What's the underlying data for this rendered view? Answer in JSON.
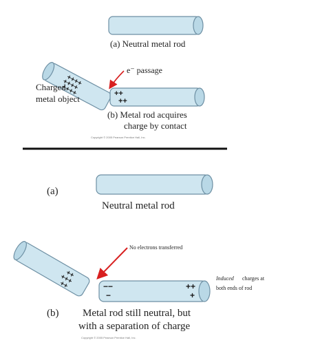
{
  "colors": {
    "rod_fill": "#cfe6f0",
    "rod_stroke": "#6d8fa3",
    "charge": "#1a1a1a",
    "arrow": "#d81f1f",
    "divider": "#111111"
  },
  "top": {
    "label_a": "(a) Neutral metal rod",
    "e_passage": "e⁻ passage",
    "charged_object_line1": "Charged",
    "charged_object_line2": "metal object",
    "label_b_line1": "(b) Metal rod acquires",
    "label_b_line2": "charge by contact",
    "copyright": "Copyright © 2005 Pearson Prentice Hall, Inc."
  },
  "bottom": {
    "label_a_marker": "(a)",
    "label_a": "Neutral metal rod",
    "no_transfer": "No electrons transferred",
    "induced_word": "Induced",
    "induced_rest": "charges at",
    "induced_line2": "both ends of rod",
    "label_b_marker": "(b)",
    "label_b_line1": "Metal rod still neutral, but",
    "label_b_line2": "with a separation of charge",
    "copyright": "Copyright © 2005 Pearson Prentice Hall, Inc."
  },
  "charges": {
    "top_object": "++++ ++++ ++++",
    "top_rod": "++ ++",
    "bottom_object": "++ +++ ++",
    "bottom_rod_left": "−− −",
    "bottom_rod_right": "++ +"
  }
}
